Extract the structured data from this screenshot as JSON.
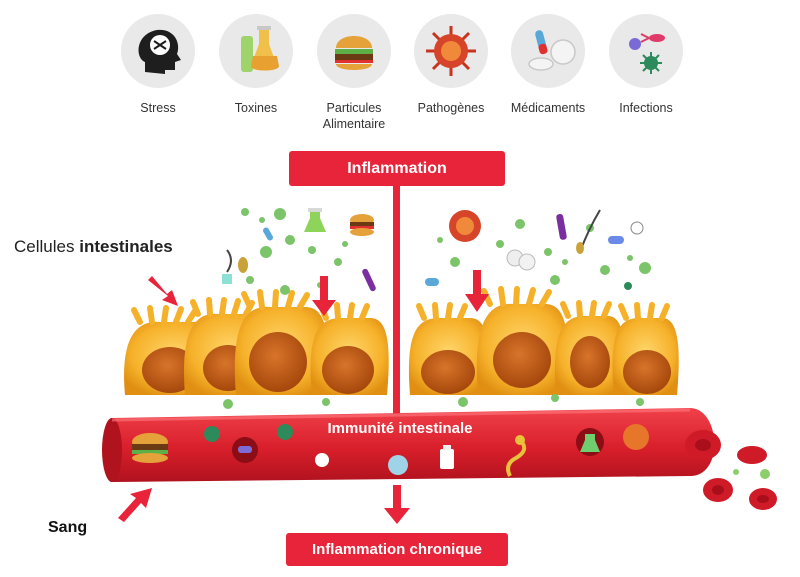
{
  "factors": [
    {
      "label": "Stress",
      "icon": "head-stress-icon"
    },
    {
      "label": "Toxines",
      "icon": "flask-icon"
    },
    {
      "label": "Particules Alimentaire",
      "icon": "burger-icon"
    },
    {
      "label": "Pathogènes",
      "icon": "virus-icon"
    },
    {
      "label": "Médicaments",
      "icon": "pills-icon"
    },
    {
      "label": "Infections",
      "icon": "microbes-icon"
    }
  ],
  "labels": {
    "inflammation": "Inflammation",
    "cells_prefix": "Cellules",
    "cells_bold": "intestinales",
    "immunity": "Immunité intestinale",
    "blood": "Sang",
    "chronic": "Inflammation chronique"
  },
  "colors": {
    "red": "#e8243a",
    "cell_fill": "#f7b731",
    "cell_nucleus": "#b8560f",
    "vessel": "#e0222f",
    "particle_green": "#7cc46a",
    "background": "#ffffff"
  }
}
